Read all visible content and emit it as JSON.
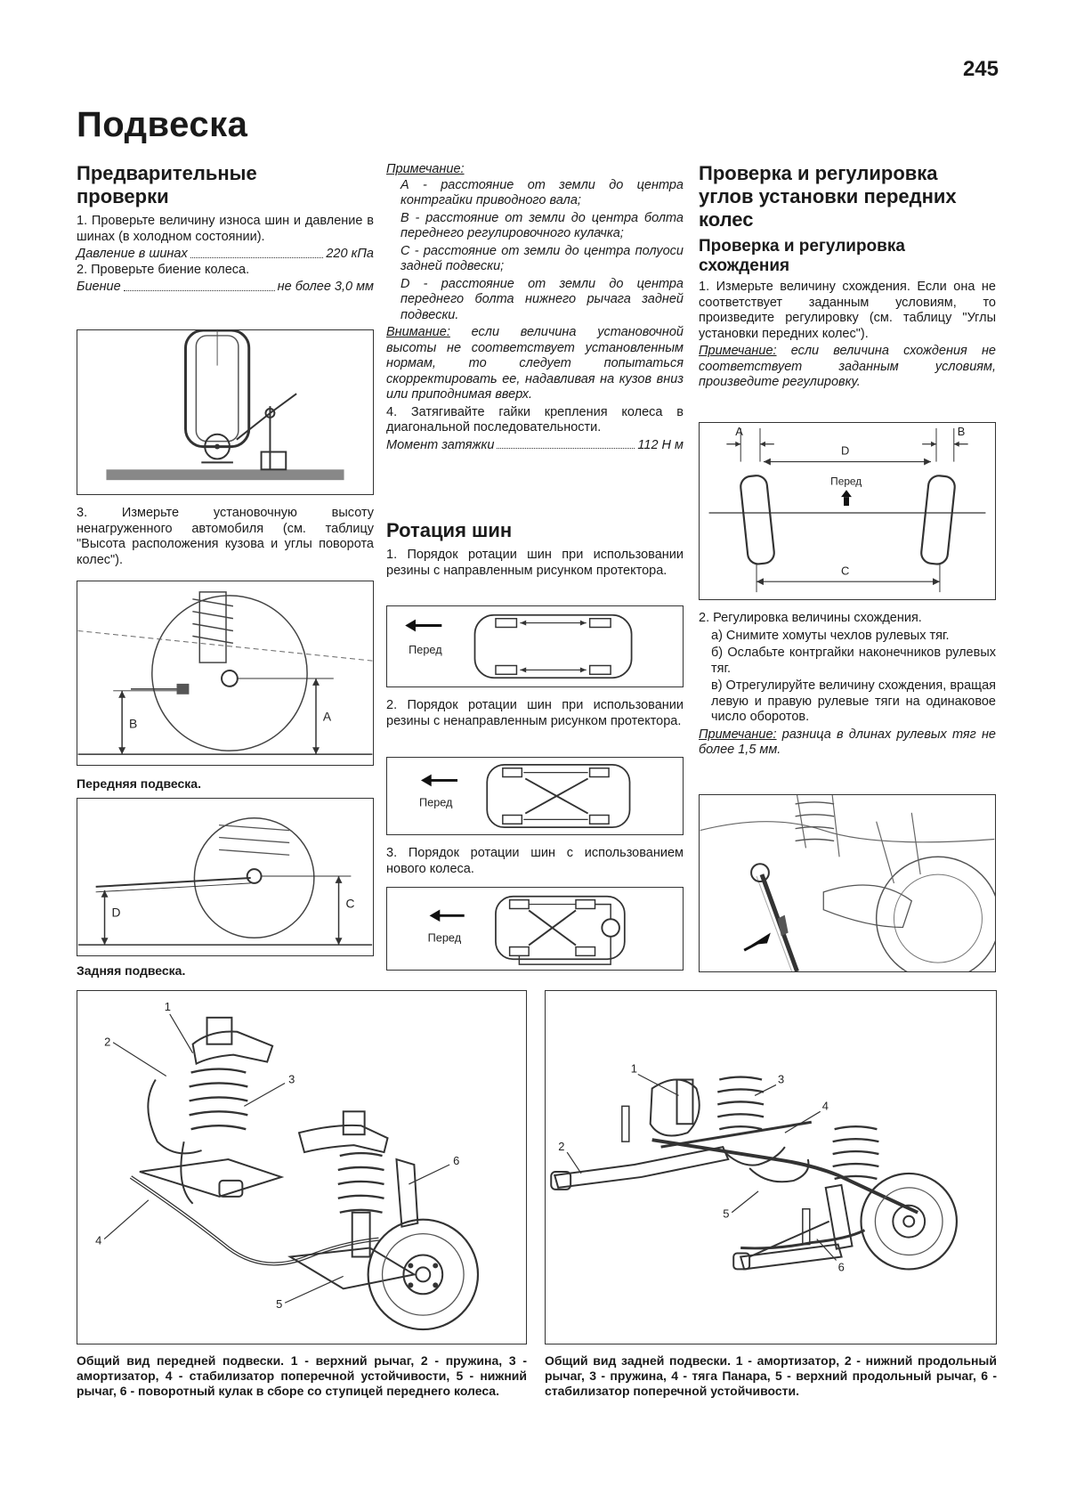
{
  "page_number": "245",
  "page_title": "Подвеска",
  "col1": {
    "heading_line1": "Предварительные",
    "heading_line2": "проверки",
    "p1": "1. Проверьте величину износа шин и давление в шинах (в холодном состоянии).",
    "spec1_label": "Давление в шинах",
    "spec1_value": "220 кПа",
    "p2": "2. Проверьте биение колеса.",
    "spec2_label": "Биение",
    "spec2_value": "не более 3,0 мм",
    "p3": "3. Измерьте установочную высоту ненагруженного автомобиля (см. таблицу \"Высота расположения кузова и углы поворота колес\").",
    "fig_front_caption": "Передняя подвеска.",
    "fig_rear_caption": "Задняя подвеска.",
    "fig_front_labels": {
      "b": "B",
      "a": "A"
    },
    "fig_rear_labels": {
      "d": "D",
      "c": "C"
    }
  },
  "col2": {
    "note_title": "Примечание:",
    "note_a": "А - расстояние от земли до центра контргайки приводного вала;",
    "note_b": "В - расстояние от земли до центра болта переднего регулировочного кулачка;",
    "note_c": "С - расстояние от земли до центра полуоси задней подвески;",
    "note_d": "D - расстояние от земли до центра переднего болта нижнего рычага задней подвески.",
    "attention_title": "Внимание:",
    "attention_text": " если величина установочной высоты не соответствует установленным нормам, то следует попытаться скорректировать ее, надавливая на кузов вниз или приподнимая вверх.",
    "p4": "4. Затягивайте гайки крепления колеса в диагональной последовательности.",
    "spec3_label": "Момент затяжки",
    "spec3_value": "112 Н м",
    "rotation_heading": "Ротация шин",
    "rot1": "1. Порядок ротации шин при использовании резины с направленным рисунком протектора.",
    "rot2": "2. Порядок ротации шин при использовании резины с ненаправленным рисунком протектора.",
    "rot3": "3. Порядок ротации шин с использованием нового колеса.",
    "front_label": "Перед"
  },
  "col3": {
    "heading": "Проверка и регулировка углов установки передних колес",
    "subheading": "Проверка и регулировка схождения",
    "p1": "1. Измерьте величину схождения. Если она не соответствует заданным условиям, то произведите регулировку (см. таблицу \"Углы установки передних колес\").",
    "note1_title": "Примечание:",
    "note1_text": " если величина схождения не соответствует заданным условиям, произведите регулировку.",
    "toe_labels": {
      "a": "A",
      "b": "B",
      "c": "C",
      "d": "D",
      "front": "Перед"
    },
    "p2": "2. Регулировка величины схождения.",
    "p2a": "а) Снимите хомуты чехлов рулевых тяг.",
    "p2b": "б) Ослабьте контргайки наконечников рулевых тяг.",
    "p2c": "в) Отрегулируйте величину схождения, вращая левую и правую рулевые тяги на одинаковое число оборотов.",
    "note2_title": "Примечание:",
    "note2_text": " разница в длинах рулевых тяг не более 1,5 мм."
  },
  "bottom": {
    "front_numbers": [
      "1",
      "2",
      "3",
      "4",
      "5",
      "6"
    ],
    "rear_numbers": [
      "1",
      "2",
      "3",
      "4",
      "5",
      "6"
    ],
    "front_caption": "Общий вид передней подвески. 1 - верхний рычаг, 2 - пружина, 3 - амортизатор, 4 - стабилизатор поперечной устойчивости, 5 - нижний рычаг, 6 - поворотный кулак в сборе со ступицей переднего колеса.",
    "rear_caption": "Общий вид задней подвески. 1 - амортизатор, 2 - нижний продольный рычаг, 3 - пружина, 4 - тяга Панара, 5 - верхний продольный рычаг, 6 - стабилизатор поперечной устойчивости."
  }
}
